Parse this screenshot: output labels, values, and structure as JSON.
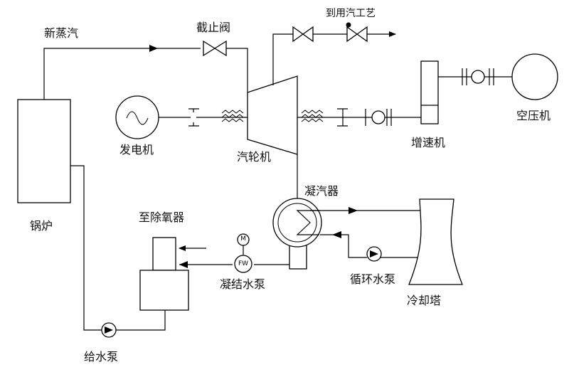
{
  "labels": {
    "steam": "新蒸汽",
    "stop_valve": "截止阀",
    "to_process": "到用汽工艺",
    "generator": "发电机",
    "turbine": "汽轮机",
    "gearbox": "增速机",
    "compressor": "空压机",
    "boiler": "锅炉",
    "condenser": "凝汽器",
    "to_deaerator": "至除氧器",
    "condensate_pump": "凝结水泵",
    "circulating_pump": "循环水泵",
    "cooling_tower": "冷却塔",
    "feed_pump": "给水泵"
  },
  "symbols": {
    "motor": "M",
    "feedwater": "FW"
  }
}
